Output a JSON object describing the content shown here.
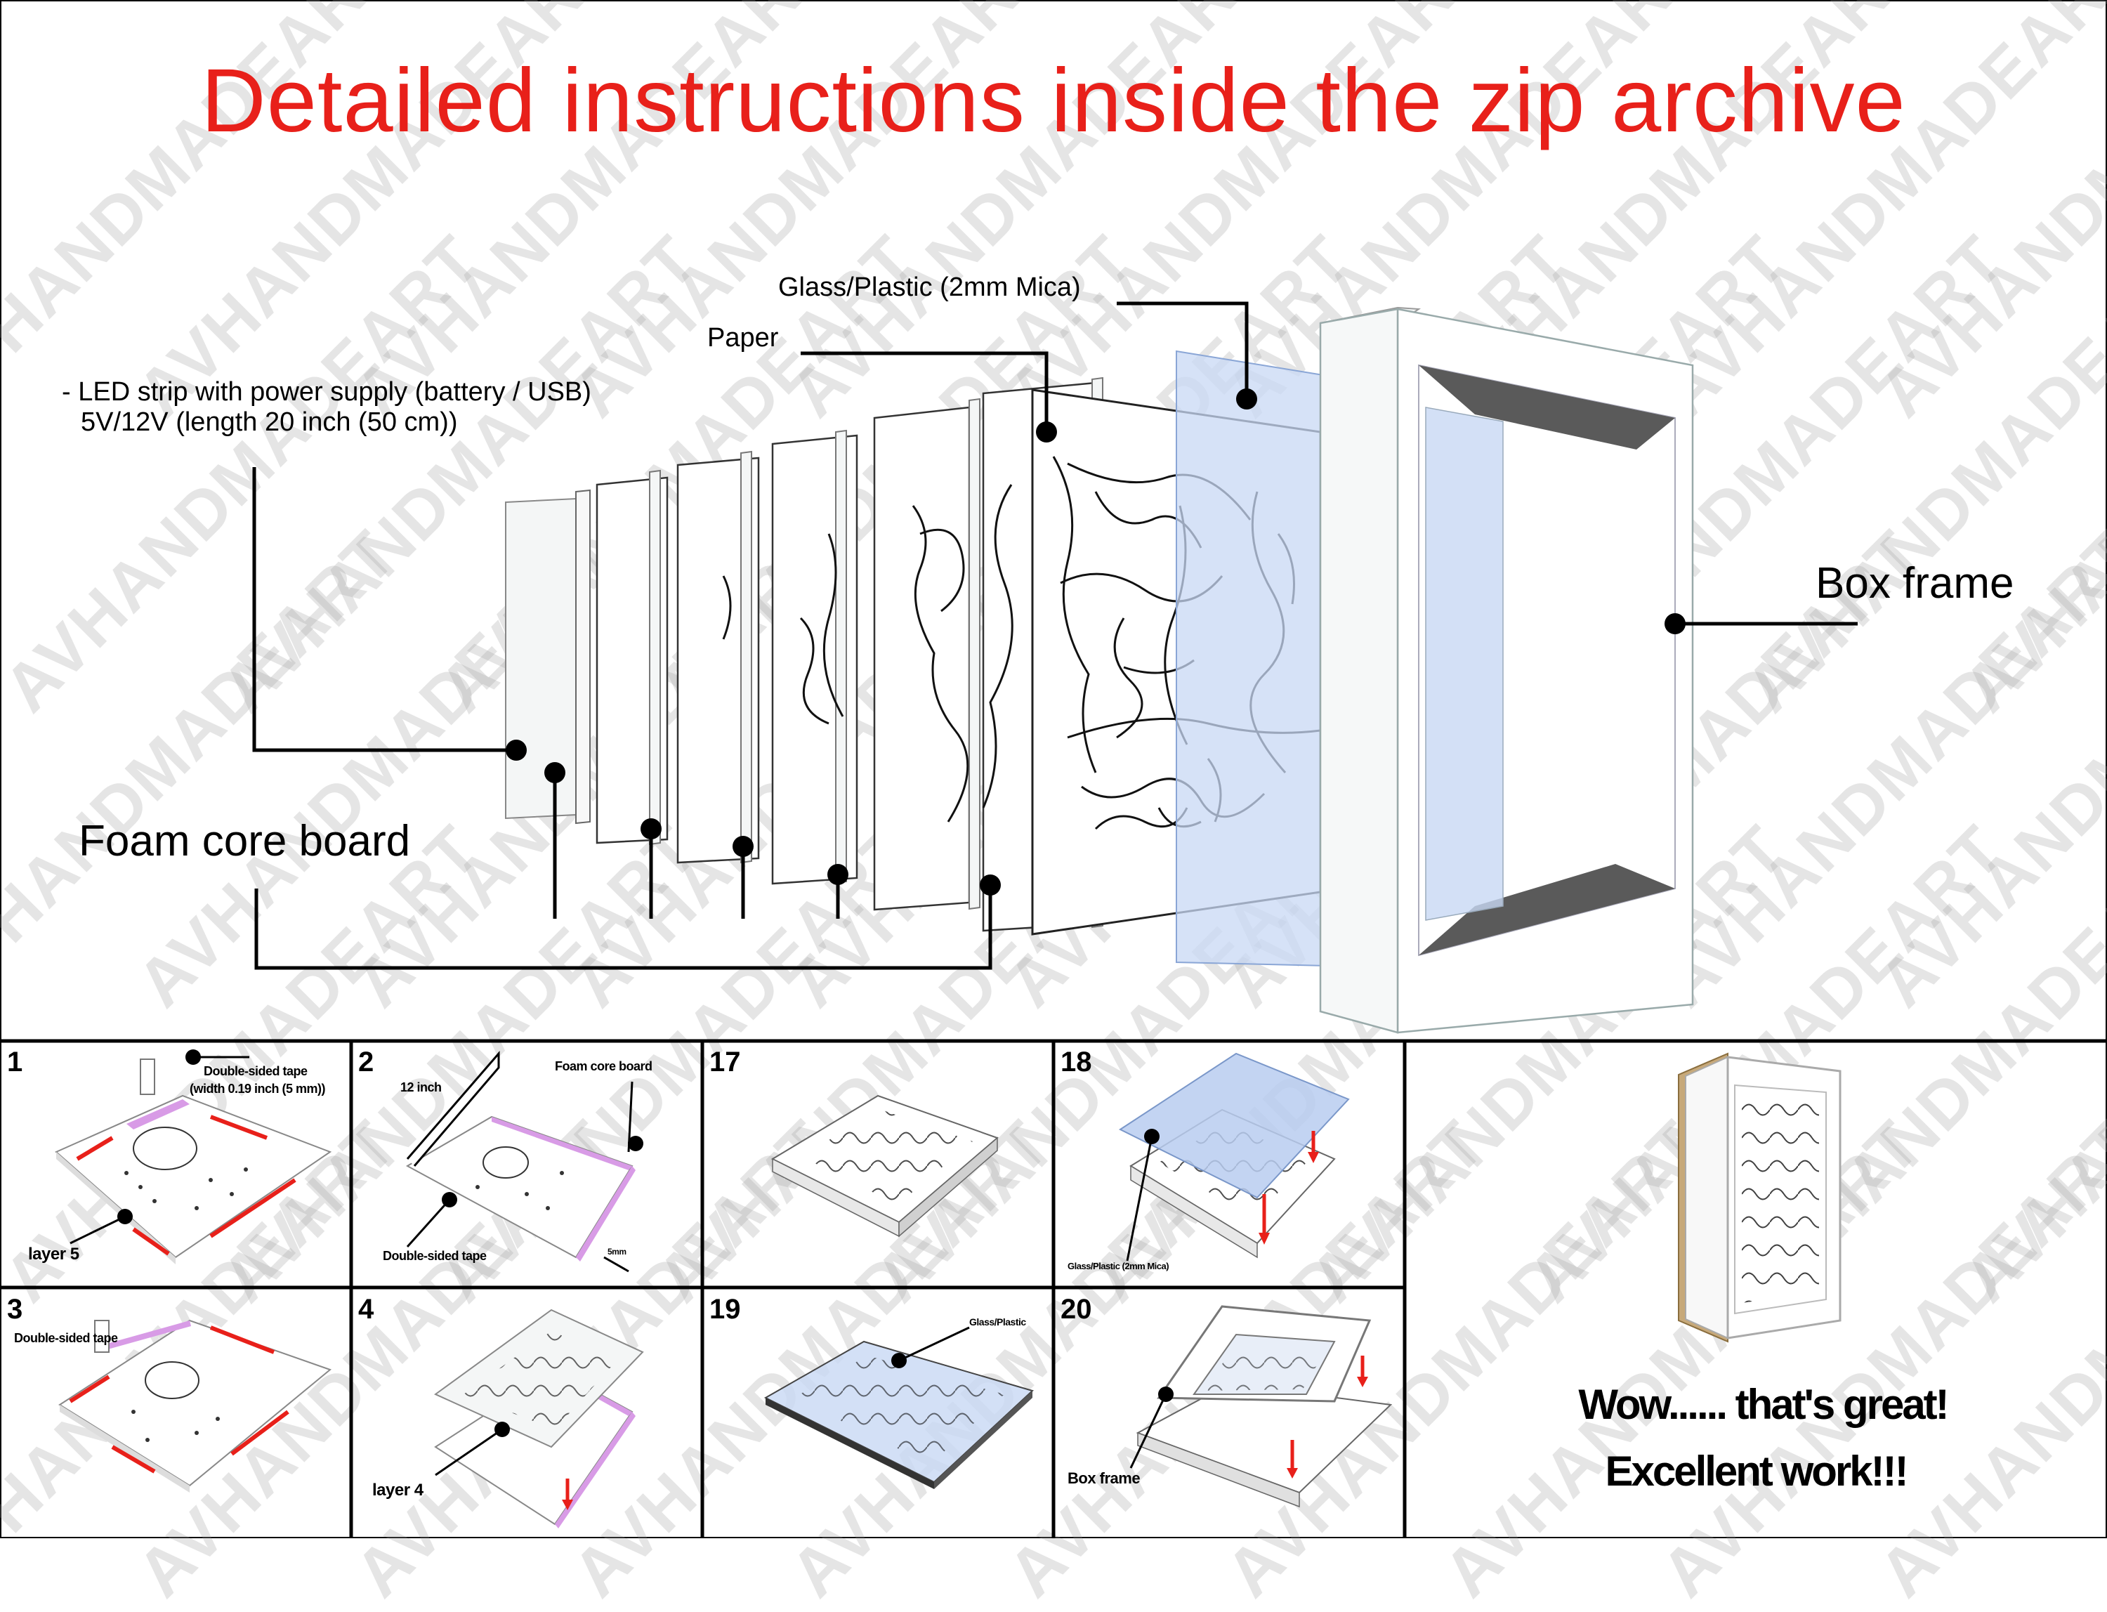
{
  "title": "Detailed instructions inside the zip archive",
  "labels": {
    "glass": "Glass/Plastic (2mm Mica)",
    "paper": "Paper",
    "led_line1": "- LED strip with power supply (battery / USB)",
    "led_line2": "5V/12V (length 20 inch (50 cm))",
    "box_frame": "Box frame",
    "foam": "Foam core board"
  },
  "panels": [
    {
      "num": "1",
      "notes": [
        "Double-sided tape",
        "(width 0.19 inch (5 mm))",
        "layer 5"
      ]
    },
    {
      "num": "2",
      "notes": [
        "Foam core board",
        "12 inch",
        "Double-sided tape",
        "5mm"
      ]
    },
    {
      "num": "17",
      "notes": []
    },
    {
      "num": "18",
      "notes": [
        "Glass/Plastic (2mm Mica)"
      ]
    },
    {
      "num": "3",
      "notes": [
        "Double-sided tape"
      ]
    },
    {
      "num": "4",
      "notes": [
        "layer 4"
      ]
    },
    {
      "num": "19",
      "notes": [
        "Glass/Plastic"
      ]
    },
    {
      "num": "20",
      "notes": [
        "Box frame"
      ]
    }
  ],
  "final": {
    "line1": "Wow...... that's great!",
    "line2": "Excellent work!!!"
  },
  "watermark": "AVHANDMADEART",
  "colors": {
    "title": "#e8201a",
    "mica": "#c8d8f4",
    "tape": "#d89be6",
    "arrow": "#e8201a",
    "frame_shadow": "#5a5a5a"
  }
}
